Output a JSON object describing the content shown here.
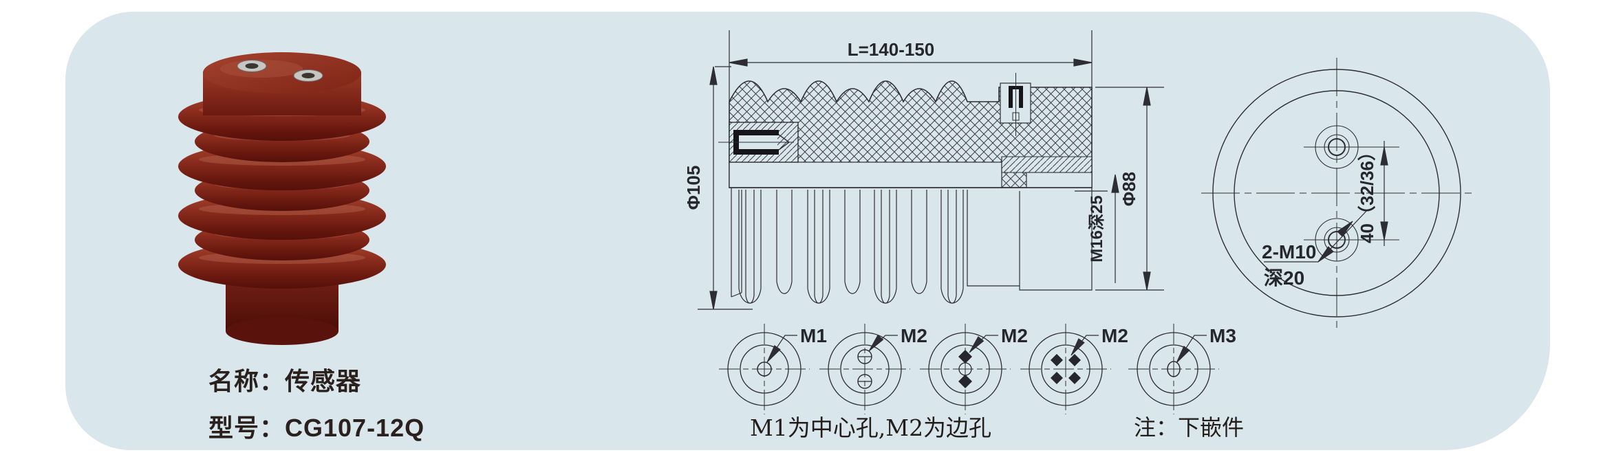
{
  "product": {
    "name_line": "名称：传感器",
    "model_line": "型号：CG107-12Q"
  },
  "section_view": {
    "dim_length": "L=140-150",
    "dim_diameter_outer": "Φ105",
    "dim_diameter_right": "Φ88",
    "dim_thread_depth": "M16深25"
  },
  "top_view": {
    "dim_hole_spacing": "40（32/36）",
    "hole_label_line1": "2-M10",
    "hole_label_line2": "深20"
  },
  "hole_details": {
    "labels": [
      "M1",
      "M2",
      "M2",
      "M2",
      "M3"
    ],
    "caption": "M1为中心孔,M2为边孔",
    "note": "注：下嵌件"
  },
  "colors": {
    "panel_bg": "#d9e6ec",
    "drawing_line": "#2d2d35",
    "text": "#26262e",
    "product_red": "#8c2d1e"
  }
}
